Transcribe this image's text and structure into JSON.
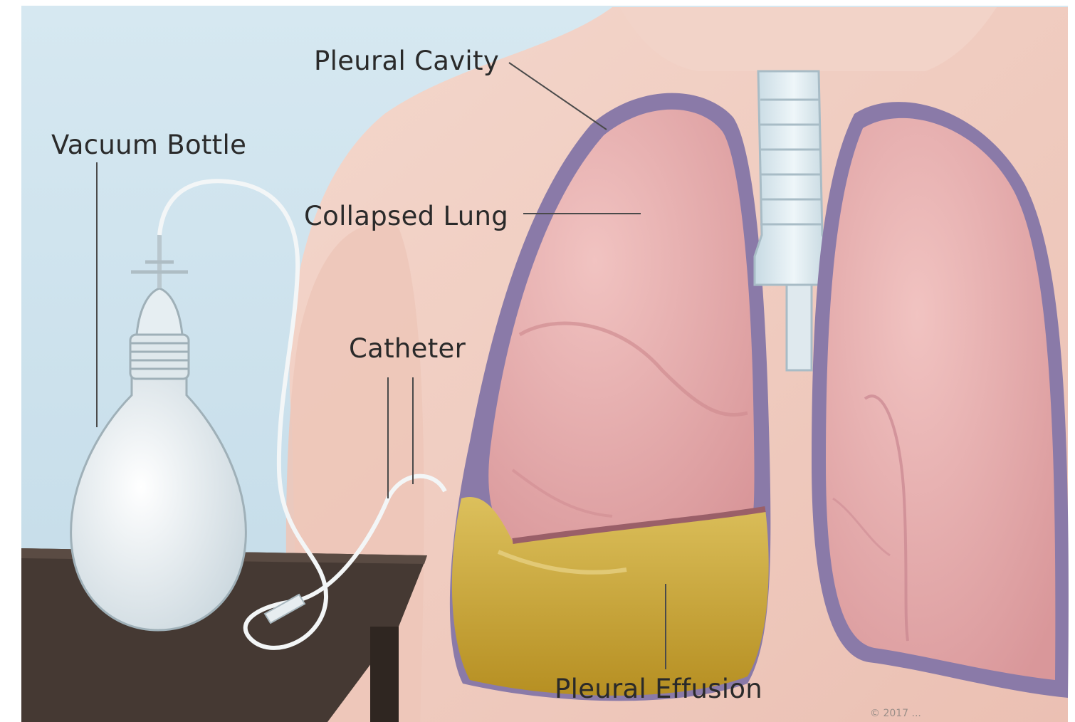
{
  "labels": {
    "pleural_cavity": "Pleural Cavity",
    "vacuum_bottle": "Vacuum Bottle",
    "collapsed_lung": "Collapsed Lung",
    "catheter": "Catheter",
    "pleural_effusion": "Pleural Effusion"
  },
  "credit": "© 2017 ...",
  "colors": {
    "background_sky": "#cfe3ee",
    "skin": "#efc9bd",
    "lung": "#e2a9a7",
    "pleura_outline": "#7f6fa0",
    "effusion_fluid": "#c9a73a",
    "trachea": "#d5e5ec",
    "table": "#403630"
  }
}
